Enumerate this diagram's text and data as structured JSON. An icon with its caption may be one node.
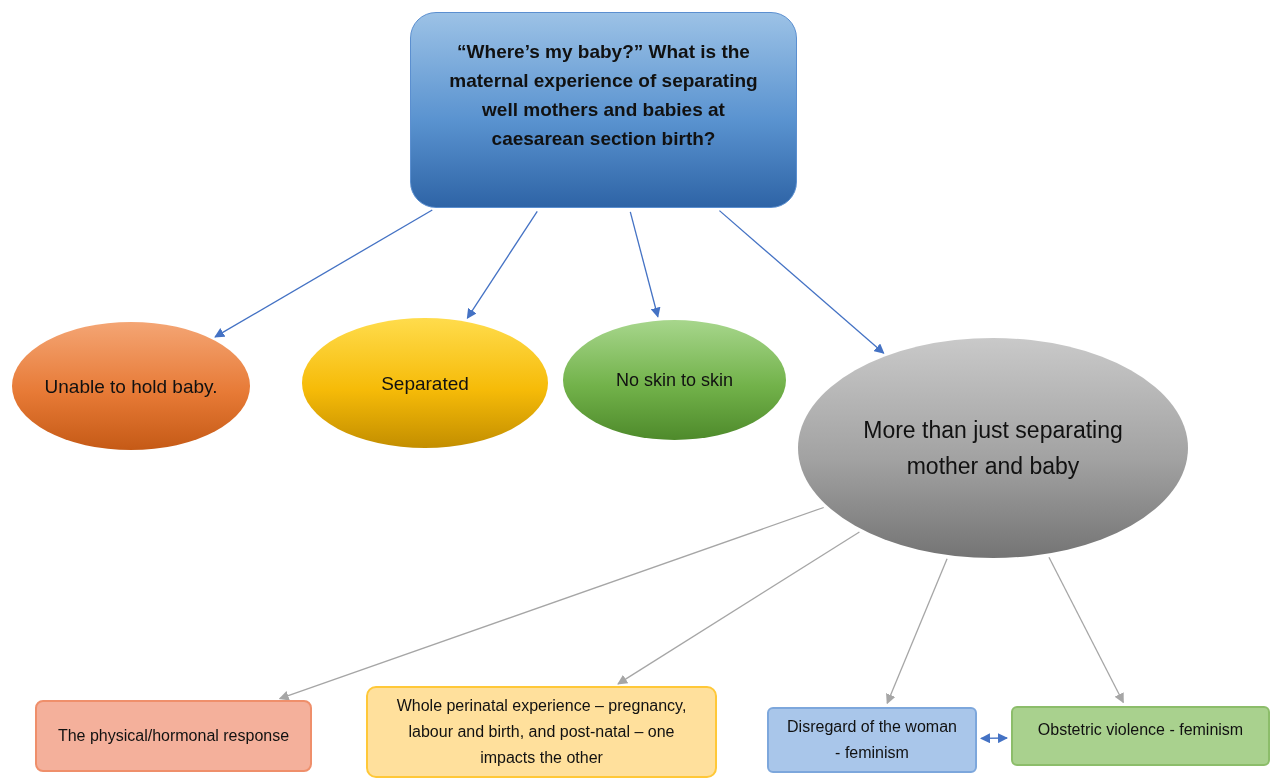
{
  "diagram": {
    "nodes": [
      {
        "text": [
          "“Where’s my baby?” What is the maternal experience of separating well mothers and babies at caesarean section birth?"
        ]
      },
      {
        "text": [
          "Unable to hold baby."
        ]
      },
      {
        "text": [
          "Separated"
        ]
      },
      {
        "text": [
          "No skin to skin"
        ]
      },
      {
        "text": [
          "More than just separating mother and baby"
        ]
      },
      {
        "text": [
          "The physical/hormonal response"
        ]
      },
      {
        "text": [
          "Whole perinatal experience – pregnancy, labour and birth, and post-natal – one impacts the other"
        ]
      },
      {
        "text": [
          "Disregard of the woman - feminism"
        ]
      },
      {
        "text": [
          "Obstetric violence - feminism"
        ]
      }
    ],
    "edges": [
      {
        "from": 0,
        "to": 1,
        "arrow": "to"
      },
      {
        "from": 0,
        "to": 2,
        "arrow": "to"
      },
      {
        "from": 0,
        "to": 3,
        "arrow": "to"
      },
      {
        "from": 0,
        "to": 4,
        "arrow": "to"
      },
      {
        "from": 4,
        "to": 5,
        "arrow": "to",
        "color": "#a6a6a6"
      },
      {
        "from": 4,
        "to": 6,
        "arrow": "to",
        "color": "#a6a6a6"
      },
      {
        "from": 4,
        "to": 7,
        "arrow": "to",
        "color": "#a6a6a6"
      },
      {
        "from": 4,
        "to": 8,
        "arrow": "to",
        "color": "#a6a6a6"
      },
      {
        "from": 7,
        "to": 8,
        "arrow": "both"
      }
    ]
  }
}
